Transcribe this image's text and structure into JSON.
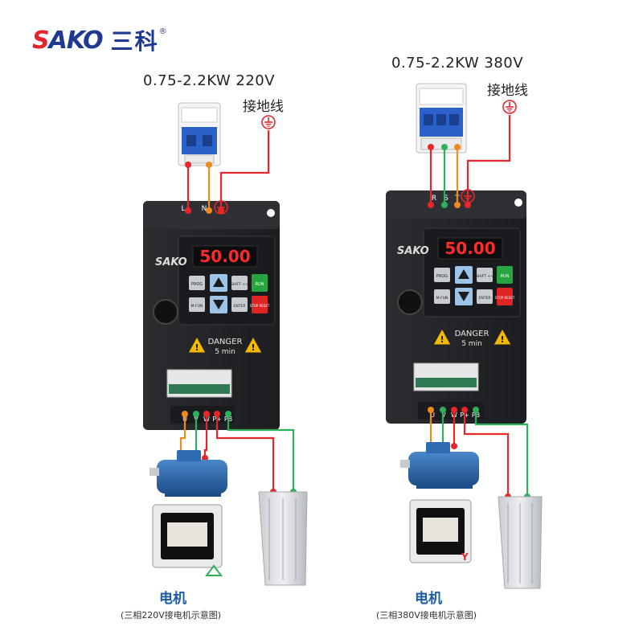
{
  "brand": {
    "latin": "SAKO",
    "chinese": "三科",
    "reg": "®"
  },
  "left": {
    "spec": "0.75-2.2KW 220V",
    "ground": "接地线",
    "terminals_top": [
      "L",
      "N"
    ],
    "terminals_bottom": [
      "U",
      "V",
      "W",
      "P+",
      "PB"
    ],
    "motor_title": "电机",
    "motor_note": "(三相220V接电机示意图)"
  },
  "right": {
    "spec": "0.75-2.2KW 380V",
    "ground": "接地线",
    "terminals_top": [
      "R",
      "S",
      "T"
    ],
    "terminals_bottom": [
      "U",
      "V",
      "W",
      "P+",
      "PB"
    ],
    "motor_title": "电机",
    "motor_note": "(三相380V接电机示意图)"
  },
  "inverter": {
    "logo": "SAKO",
    "display": "50.00",
    "keys": [
      "PROG",
      "SHIFT <<",
      "RUN",
      "M-FUN",
      "ENTER",
      "STOP RESET"
    ],
    "warning_line1": "DANGER",
    "warning_line2": "5 min"
  },
  "colors": {
    "live": "#e8262b",
    "phase2": "#f08a1c",
    "ground": "#2db05a",
    "blue": "#1e5aa8"
  }
}
